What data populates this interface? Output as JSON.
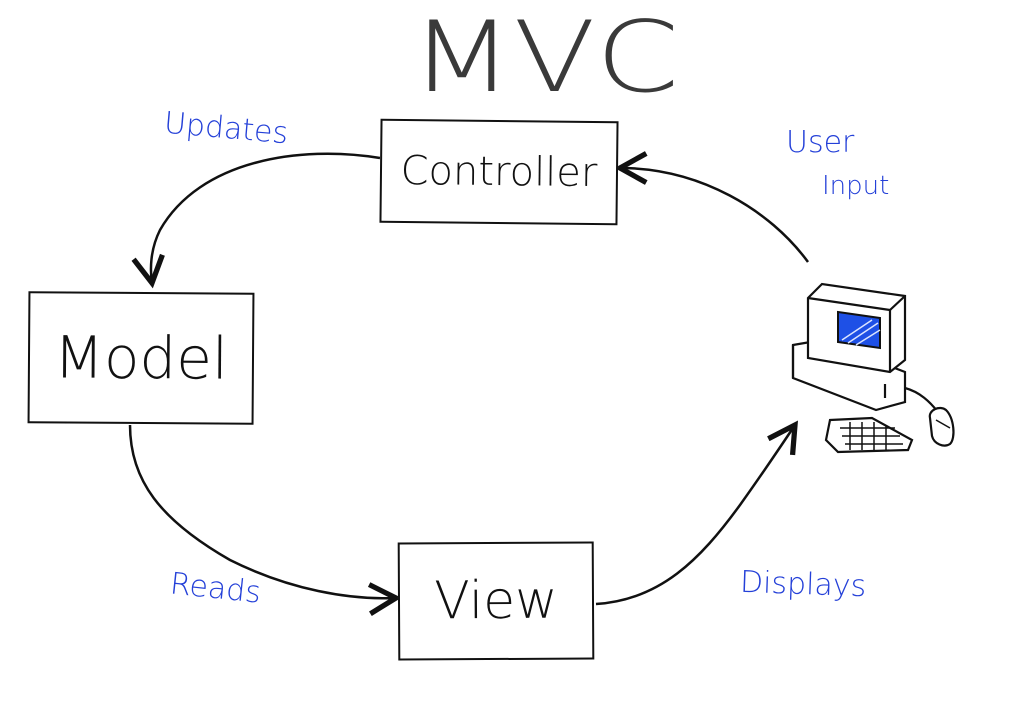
{
  "diagram": {
    "title": "MVC",
    "nodes": {
      "controller": "Controller",
      "model": "Model",
      "view": "View"
    },
    "edges": {
      "updates": "Updates",
      "reads": "Reads",
      "displays": "Displays",
      "user_input_line1": "User",
      "user_input_line2": "Input"
    },
    "colors": {
      "ink": "#111111",
      "title": "#3a3a3a",
      "label_blue": "#2440d8",
      "screen_blue": "#1e50e6"
    },
    "icons": [
      "computer-icon",
      "monitor-icon",
      "keyboard-icon",
      "mouse-icon"
    ]
  }
}
